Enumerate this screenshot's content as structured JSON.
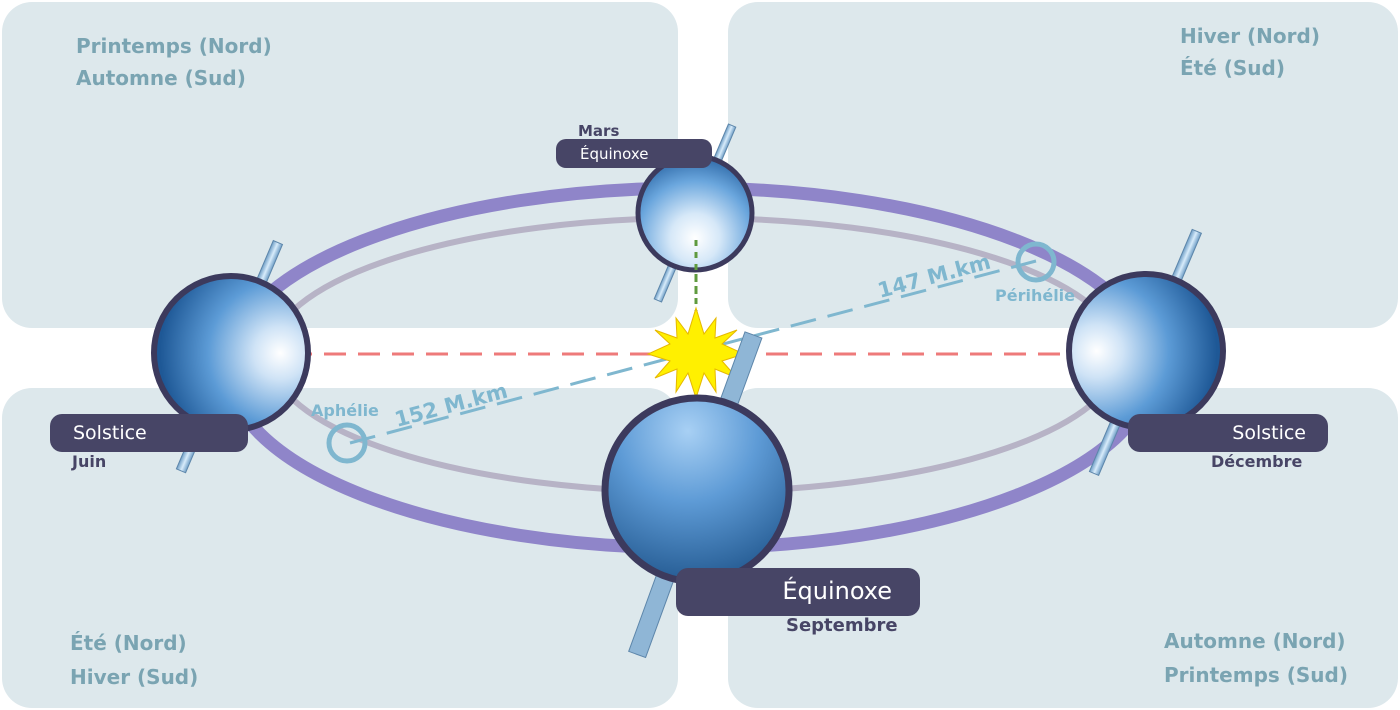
{
  "seasons": {
    "top_left": {
      "line1": "Printemps (Nord)",
      "line2": "Automne (Sud)"
    },
    "top_right": {
      "line1": "Hiver (Nord)",
      "line2": "Été (Sud)"
    },
    "bottom_left": {
      "line1": "Été (Nord)",
      "line2": "Hiver (Sud)"
    },
    "bottom_right": {
      "line1": "Automne (Nord)",
      "line2": "Printemps (Sud)"
    }
  },
  "positions": {
    "march": {
      "month": "Mars",
      "event": "Équinoxe"
    },
    "june": {
      "event": "Solstice",
      "month": "Juin"
    },
    "september": {
      "event": "Équinoxe",
      "month": "Septembre"
    },
    "december": {
      "event": "Solstice",
      "month": "Décembre"
    }
  },
  "aphelion": {
    "label": "Aphélie",
    "distance": "152 M.km"
  },
  "perihelion": {
    "label": "Périhélie",
    "distance": "147 M.km"
  },
  "colors": {
    "quadrant": "#dde8ec",
    "season_text": "#7aa4b2",
    "outer_orbit": "#8f85c9",
    "inner_orbit": "#b7b3c6",
    "label_box": "#474566",
    "distance": "#7fb7cf",
    "solstice_line": "#ee7a7a",
    "equinox_line": "#5f9a3e",
    "sun": "#fff000"
  }
}
